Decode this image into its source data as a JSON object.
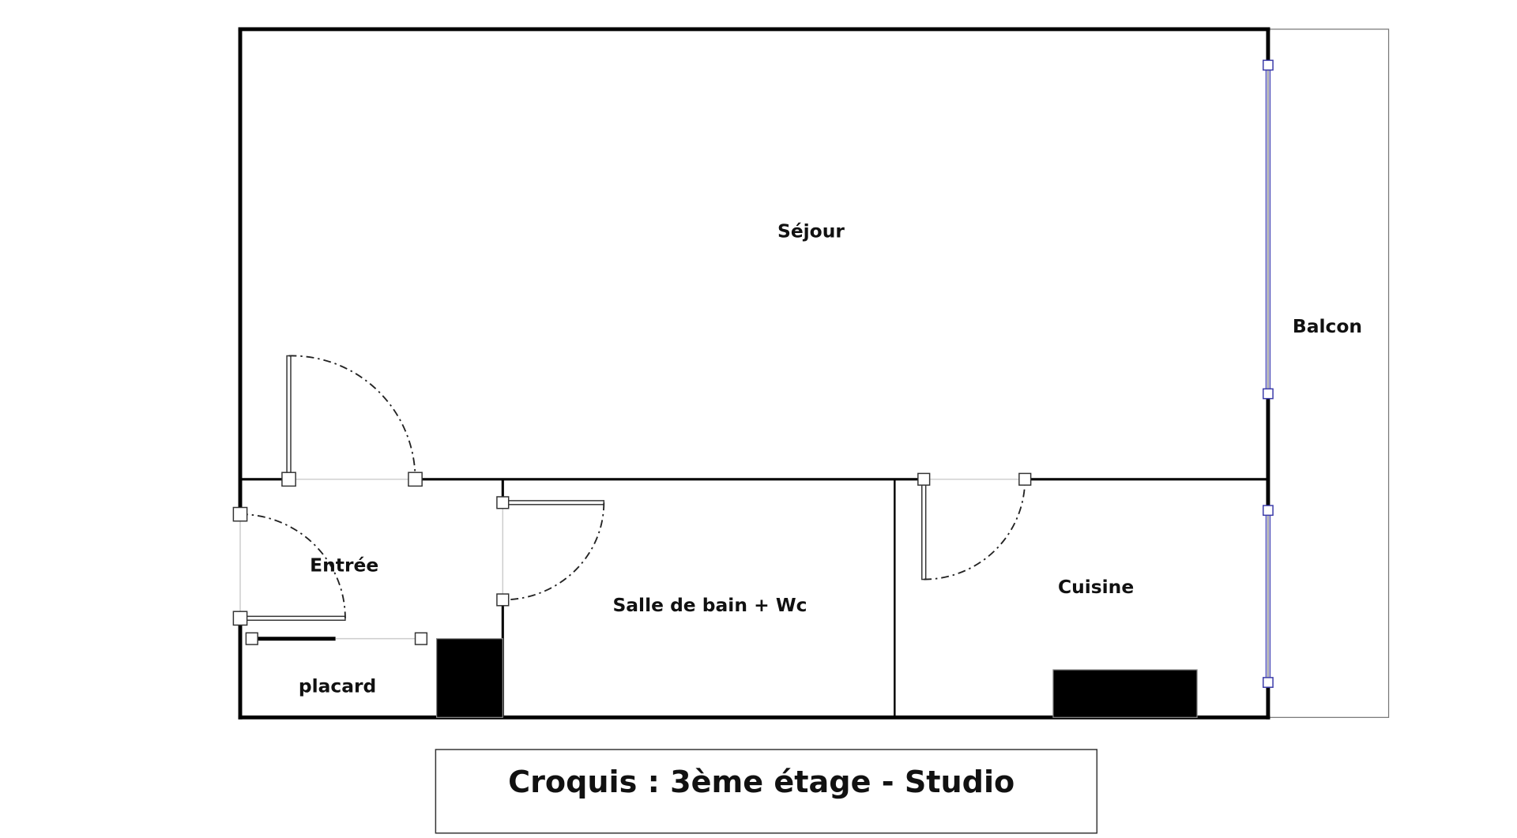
{
  "rooms": {
    "sejour": "Séjour",
    "balcon": "Balcon",
    "entree": "Entrée",
    "salle_de_bain": "Salle de bain + Wc",
    "cuisine": "Cuisine",
    "placard": "placard"
  },
  "title": "Croquis : 3ème étage - Studio",
  "colors": {
    "wall": "#000000",
    "window": "#4a4ab8",
    "opening": "#cccccc"
  }
}
